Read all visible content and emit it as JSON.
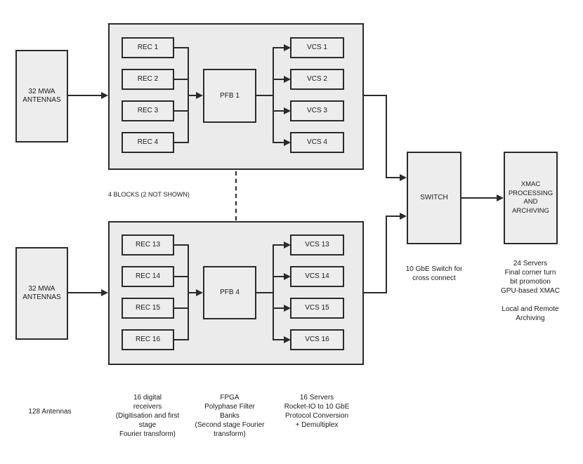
{
  "figure": {
    "colors": {
      "line": "#2b2b2b",
      "box_fill": "#ededed",
      "block_fill": "#ebebeb",
      "background": "#ffffff"
    },
    "antennas_top": {
      "label": "32 MWA\nANTENNAS"
    },
    "antennas_bottom": {
      "label": "32 MWA\nANTENNAS"
    },
    "note": "4 BLOCKS (2 NOT SHOWN)",
    "top_block": {
      "receivers": [
        "REC 1",
        "REC 2",
        "REC 3",
        "REC 4"
      ],
      "pfb": "PFB 1",
      "vcs": [
        "VCS 1",
        "VCS 2",
        "VCS 3",
        "VCS 4"
      ]
    },
    "bottom_block": {
      "receivers": [
        "REC 13",
        "REC 14",
        "REC 15",
        "REC 16"
      ],
      "pfb": "PFB 4",
      "vcs": [
        "VCS 13",
        "VCS 14",
        "VCS 15",
        "VCS 16"
      ]
    },
    "switch": {
      "label": "SWITCH"
    },
    "xmac": {
      "label": "XMAC\nPROCESSING\nAND\nARCHIVING"
    },
    "captions": {
      "antennas": "128 Antennas",
      "receivers": "16 digital\nreceivers\n(Digitisation and first\nstage\nFourier transform)",
      "pfb": "FPGA\nPolyphase Filter\nBanks\n(Second stage Fourier\ntransform)",
      "vcs": "16 Servers\nRocket-IO to 10 GbE\nProtocol Conversion\n+ Demultiplex",
      "switch": "10 GbE Switch for\ncross connect",
      "xmac": "24 Servers\nFinal corner turn\nbit promotion\nGPU-based XMAC\n\nLocal and Remote\nArchiving"
    }
  }
}
